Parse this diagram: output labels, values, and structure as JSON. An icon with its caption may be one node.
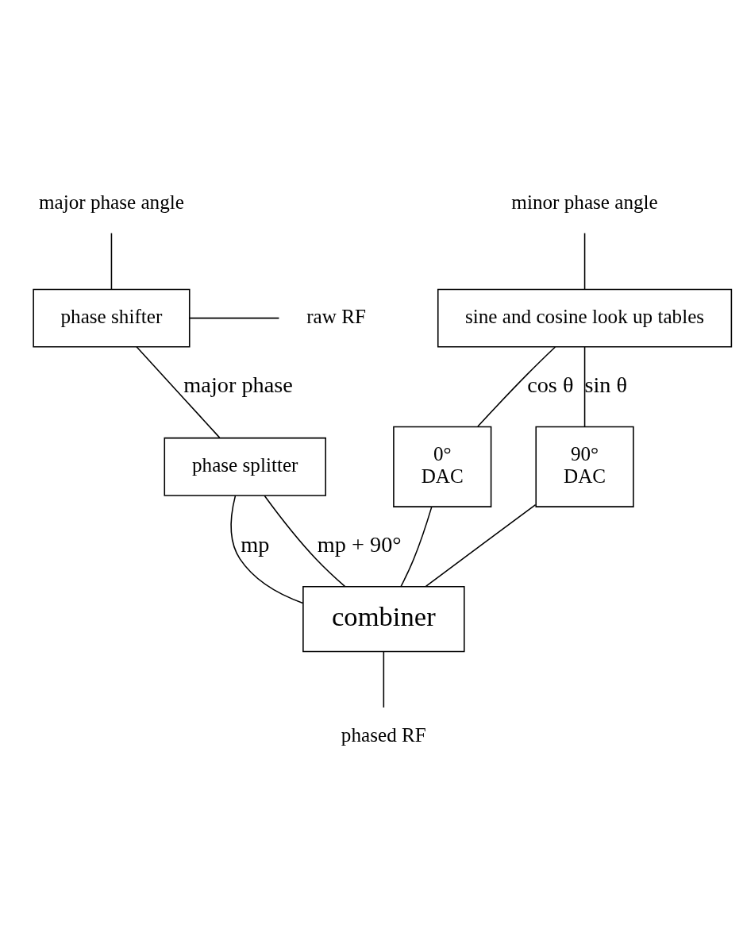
{
  "diagram": {
    "nodes": [
      {
        "text": [
          "major phase angle"
        ]
      },
      {
        "text": [
          "minor phase angle"
        ]
      },
      {
        "text": [
          "raw RF"
        ]
      },
      {
        "text": [
          "phase shifter"
        ]
      },
      {
        "text": [
          "sine and cosine look up tables"
        ]
      },
      {
        "text": [
          "phase splitter"
        ]
      },
      {
        "text": [
          "0°",
          "DAC"
        ]
      },
      {
        "text": [
          "90°",
          "DAC"
        ]
      },
      {
        "text": [
          "combiner"
        ]
      },
      {
        "text": [
          "phased RF"
        ]
      }
    ],
    "edges": [
      {
        "from": 0,
        "to": 3,
        "arrow": "none"
      },
      {
        "from": 1,
        "to": 4,
        "arrow": "none"
      },
      {
        "from": 2,
        "to": 3,
        "arrow": "none"
      },
      {
        "from": 3,
        "to": 5,
        "arrow": "none",
        "label": "major phase"
      },
      {
        "from": 4,
        "to": 6,
        "arrow": "none",
        "label": "cos θ"
      },
      {
        "from": 4,
        "to": 7,
        "arrow": "none",
        "label": "sin θ"
      },
      {
        "from": 5,
        "to": 8,
        "arrow": "none",
        "label": "mp"
      },
      {
        "from": 5,
        "to": 8,
        "arrow": "none",
        "label": "mp + 90°"
      },
      {
        "from": 6,
        "to": 8,
        "arrow": "none"
      },
      {
        "from": 7,
        "to": 8,
        "arrow": "none"
      },
      {
        "from": 8,
        "to": 9,
        "arrow": "none"
      }
    ]
  }
}
